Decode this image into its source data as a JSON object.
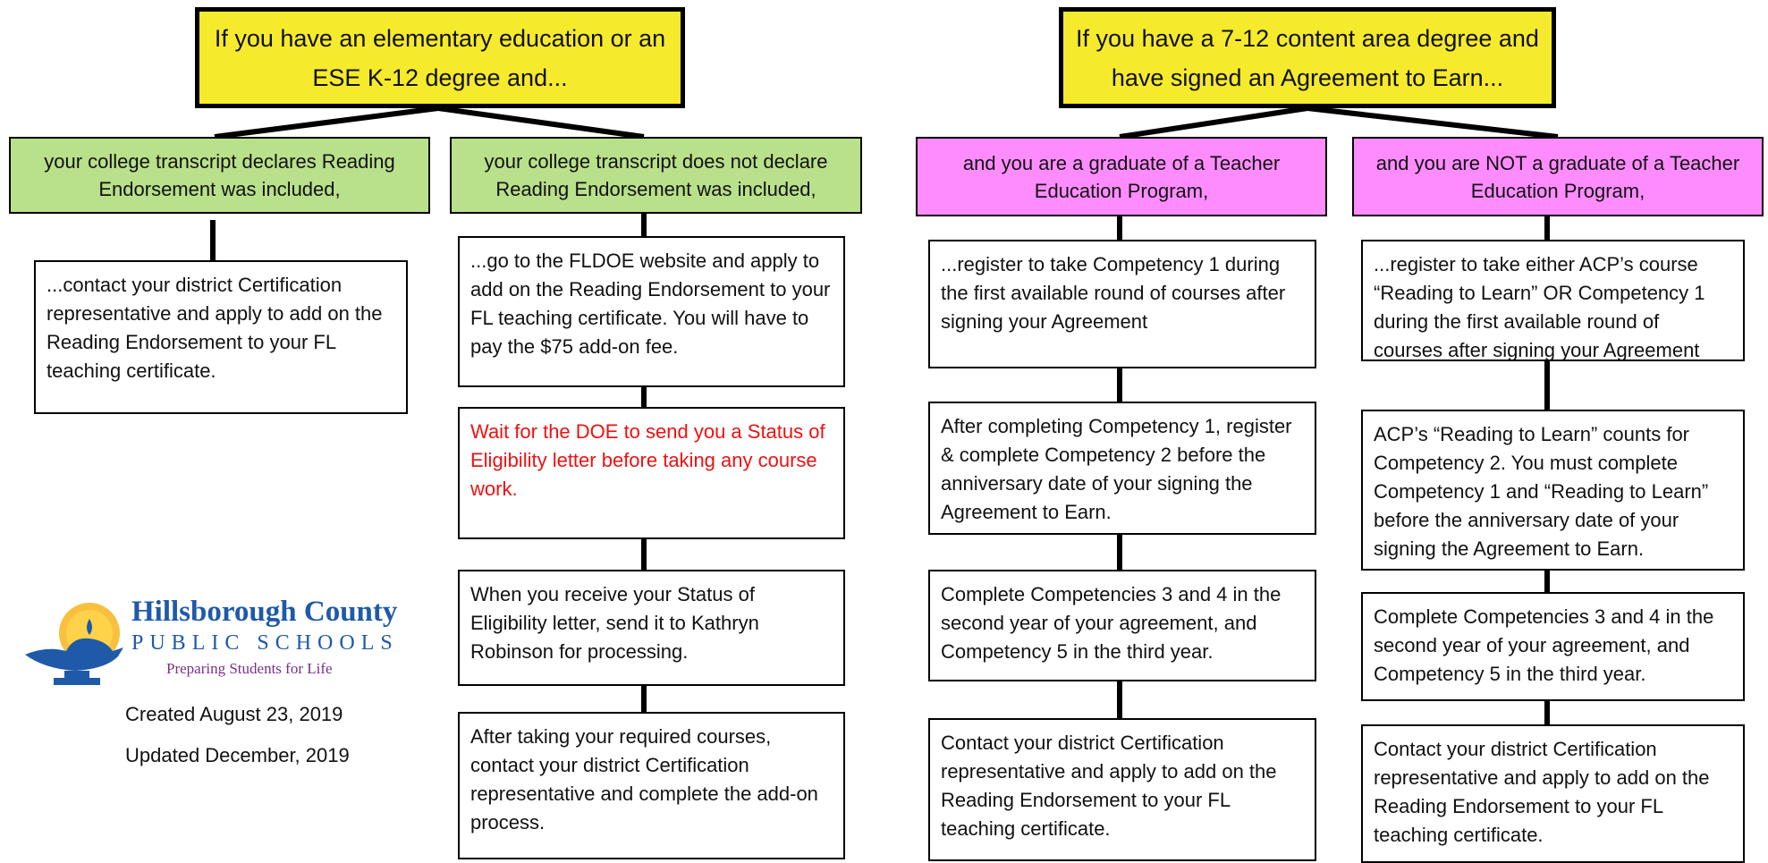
{
  "left": {
    "heading": "If you have an elementary education or an ESE K-12 degree and...",
    "branch_a": {
      "label": "your college transcript declares Reading Endorsement was included,",
      "step1": "...contact your district Certification representative and apply to add on the Reading Endorsement to your FL teaching certificate."
    },
    "branch_b": {
      "label": "your college transcript does not declare Reading Endorsement was included,",
      "step1": "...go to the FLDOE website and apply to add on the Reading Endorsement to your FL teaching certificate. You will have to pay the $75 add-on fee.",
      "step2": "Wait for the DOE to send you a Status of Eligibility letter before taking any course work.",
      "step3": "When you receive your Status of Eligibility letter, send it  to Kathryn Robinson for processing.",
      "step4": "After taking your required courses, contact your district Certification representative and complete the add-on process."
    }
  },
  "right": {
    "heading": "If you have a 7-12 content area degree and have signed an Agreement to Earn...",
    "branch_a": {
      "label": "and you are a graduate of a Teacher Education Program,",
      "step1": "...register to take Competency 1 during the first available round of courses after signing your Agreement",
      "step2": "After completing Competency 1, register & complete Competency 2 before the anniversary date of your signing the Agreement to Earn.",
      "step3": "Complete Competencies 3 and 4 in the second year of your agreement, and Competency 5 in the third year.",
      "step4": "Contact your district Certification representative and apply to add on the Reading Endorsement to your FL teaching certificate."
    },
    "branch_b": {
      "label": "and you are NOT a graduate of a Teacher Education Program,",
      "step1": "...register to take either ACP’s course “Reading to Learn” OR Competency 1 during the first available round of courses after signing your Agreement",
      "step2": "ACP’s “Reading to Learn” counts for Competency 2. You must complete Competency 1 and “Reading to Learn” before the anniversary date of your signing the Agreement to Earn.",
      "step3": "Complete Competencies 3 and 4 in the second year of your agreement, and Competency 5 in the third year.",
      "step4": "Contact your district Certification representative and apply to add on the Reading Endorsement to your FL teaching certificate."
    }
  },
  "logo": {
    "title": "Hillsborough County",
    "subtitle": "PUBLIC SCHOOLS",
    "tagline": "Preparing Students for Life",
    "icon": "oil-lamp-icon"
  },
  "footer": {
    "created": "Created August 23, 2019",
    "updated": "Updated December, 2019"
  },
  "colors": {
    "heading_fill": "#f6ea2c",
    "left_branch_fill": "#b9e08a",
    "right_branch_fill": "#ff8cff",
    "warning_text": "#ee1111"
  }
}
